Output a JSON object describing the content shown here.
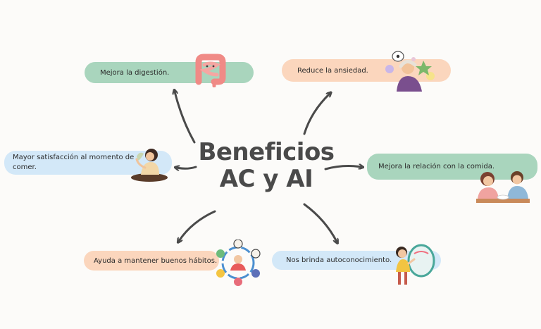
{
  "title": {
    "line1": "Beneficios",
    "line2": "AC y AI"
  },
  "benefits": [
    {
      "id": "digestion",
      "text": "Mejora la digestión.",
      "color": "#a9d5bd",
      "icon": "intestine-icon"
    },
    {
      "id": "anxiety",
      "text": "Reduce la ansiedad.",
      "color": "#fbd6bd",
      "icon": "anxious-person-icon"
    },
    {
      "id": "satisfaction",
      "line1": "Mayor satisfacción al momento de",
      "line2": "comer.",
      "color": "#d3e8f8",
      "icon": "meditating-woman-icon"
    },
    {
      "id": "relationship",
      "text": "Mejora la relación con la comida.",
      "color": "#a9d5bd",
      "icon": "couple-eating-icon"
    },
    {
      "id": "habits",
      "text": "Ayuda a mantener buenos hábitos.",
      "color": "#fbd6bd",
      "icon": "habit-cycle-icon"
    },
    {
      "id": "selfknowledge",
      "text": "Nos brinda autoconocimiento.",
      "color": "#d3e8f8",
      "icon": "self-reflection-icon"
    }
  ],
  "colors": {
    "arrow": "#4a4a4a",
    "title": "#4a4a4a",
    "background": "#fcfbf9"
  }
}
